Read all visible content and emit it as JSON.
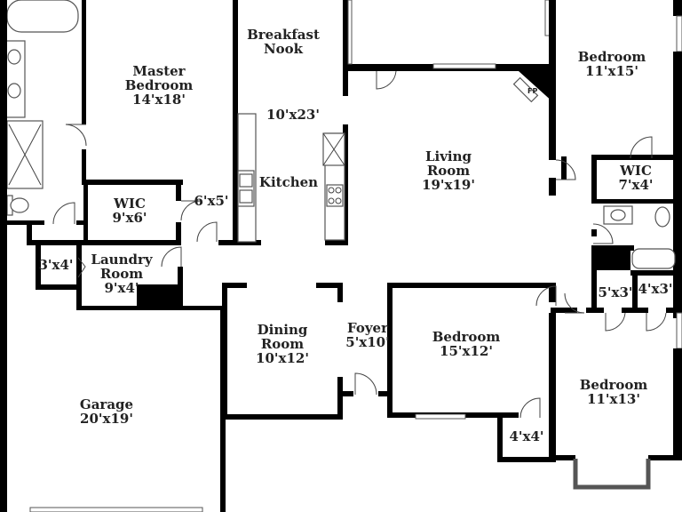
{
  "rooms": {
    "master_bedroom": {
      "name": "Master Bedroom",
      "dims": "14'x18'"
    },
    "breakfast_nook": {
      "name": "Breakfast Nook",
      "dims": "10'x23'"
    },
    "bedroom_ne": {
      "name": "Bedroom",
      "dims": "11'x15'"
    },
    "living_room": {
      "name": "Living Room",
      "dims": "19'x19'"
    },
    "wic_master": {
      "name": "WIC",
      "dims": "9'x6'"
    },
    "closet_6x5": {
      "dims": "6'x5'"
    },
    "kitchen": {
      "name": "Kitchen"
    },
    "wic_ne": {
      "name": "WIC",
      "dims": "7'x4'"
    },
    "laundry": {
      "name": "Laundry Room",
      "dims": "9'x4'"
    },
    "closet_3x4": {
      "dims": "3'x4'"
    },
    "closet_5x3": {
      "dims": "5'x3'"
    },
    "closet_4x3": {
      "dims": "4'x3'"
    },
    "dining_room": {
      "name": "Dining Room",
      "dims": "10'x12'"
    },
    "foyer": {
      "name": "Foyer",
      "dims": "5'x10'"
    },
    "bedroom_mid": {
      "name": "Bedroom",
      "dims": "15'x12'"
    },
    "bedroom_se": {
      "name": "Bedroom",
      "dims": "11'x13'"
    },
    "garage": {
      "name": "Garage",
      "dims": "20'x19'"
    },
    "closet_4x4": {
      "dims": "4'x4'"
    }
  },
  "fireplace_label": "FP"
}
